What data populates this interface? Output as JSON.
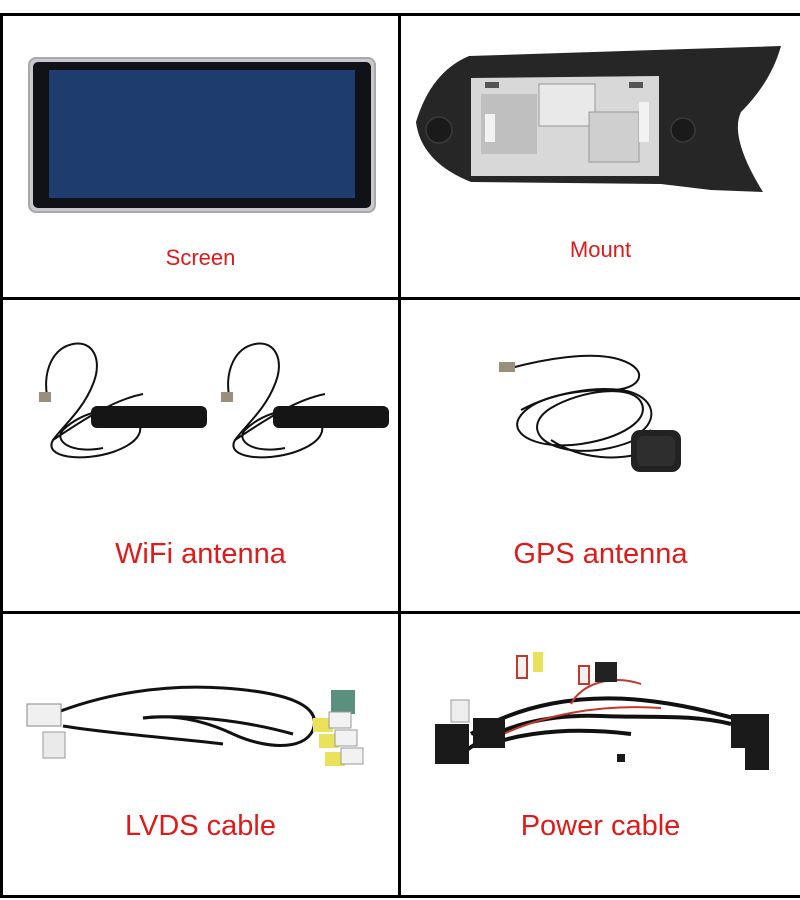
{
  "items": [
    {
      "label": "Screen",
      "image": "car-display-screen"
    },
    {
      "label": "Mount",
      "image": "dashboard-mount-bracket"
    },
    {
      "label": "WiFi antenna",
      "image": "wifi-antenna-pair"
    },
    {
      "label": "GPS antenna",
      "image": "gps-antenna"
    },
    {
      "label": "LVDS cable",
      "image": "lvds-cable-harness"
    },
    {
      "label": "Power cable",
      "image": "power-cable-harness"
    }
  ],
  "colors": {
    "label": "#e01919",
    "border": "#000000"
  }
}
